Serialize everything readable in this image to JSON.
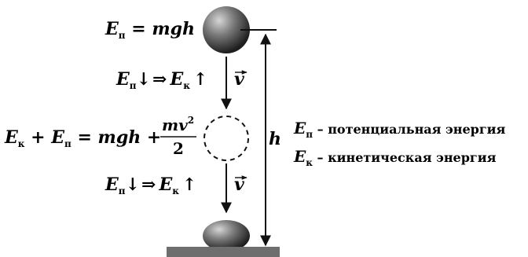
{
  "formulas": {
    "top": {
      "E": "E",
      "sub": "п",
      "rest": " = mgh"
    },
    "upper_relation": {
      "E1": "E",
      "sub1": "п",
      "down_arrow": "↓",
      "implies": "⇒",
      "E2": "E",
      "sub2": "к",
      "up_arrow": "↑"
    },
    "middle": {
      "E1": "E",
      "sub1": "к",
      "plus": " + ",
      "E2": "E",
      "sub2": "п",
      "rest": " = mgh + ",
      "numerator": "mv",
      "power": "2",
      "denominator": "2"
    },
    "lower_relation": {
      "E1": "E",
      "sub1": "п",
      "down_arrow": "↓",
      "implies": "⇒",
      "E2": "E",
      "sub2": "к",
      "up_arrow": "↑"
    }
  },
  "velocity_label": "v",
  "height_label": "h",
  "legend": [
    {
      "symbol": "E",
      "sub": "п",
      "text": " – потенциальная энергия"
    },
    {
      "symbol": "E",
      "sub": "к",
      "text": " – кинетическая энергия"
    }
  ],
  "colors": {
    "ink": "#111111",
    "ball_light": "#c8c8c8",
    "ball_dark": "#2a2a2a",
    "ground": "#6e6e6e"
  }
}
